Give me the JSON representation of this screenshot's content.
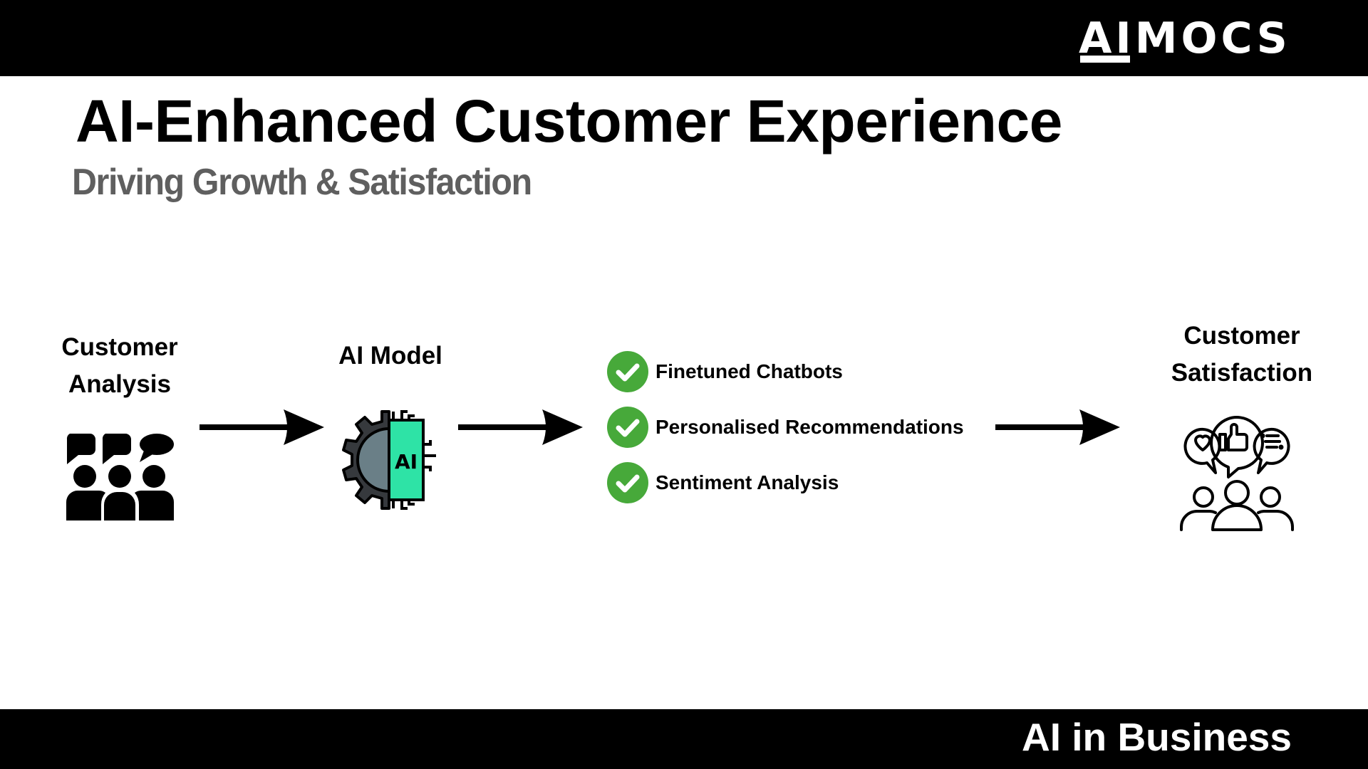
{
  "header": {
    "brand": "AIMOCS"
  },
  "slide": {
    "title": "AI-Enhanced Customer Experience",
    "subtitle": "Driving Growth & Satisfaction"
  },
  "flow": {
    "steps": [
      {
        "label_line1": "Customer",
        "label_line2": "Analysis",
        "icon": "group-chat-icon"
      },
      {
        "label_line1": "AI Model",
        "icon": "ai-chip-gear-icon"
      },
      {
        "label_line1": "Customer",
        "label_line2": "Satisfaction",
        "icon": "customer-feedback-icon"
      }
    ],
    "outcomes": [
      {
        "text": "Finetuned Chatbots",
        "icon": "check-circle-icon"
      },
      {
        "text": "Personalised Recommendations",
        "icon": "check-circle-icon"
      },
      {
        "text": "Sentiment Analysis",
        "icon": "check-circle-icon"
      }
    ],
    "arrow_icon": "arrow-right-icon"
  },
  "footer": {
    "text": "AI in Business"
  },
  "colors": {
    "bar": "#000000",
    "subtitle": "#5f5f5f",
    "check_green": "#47a93a",
    "chip_green": "#2ee3a6",
    "gear_dark": "#36393d",
    "gear_face": "#6a7f87"
  }
}
